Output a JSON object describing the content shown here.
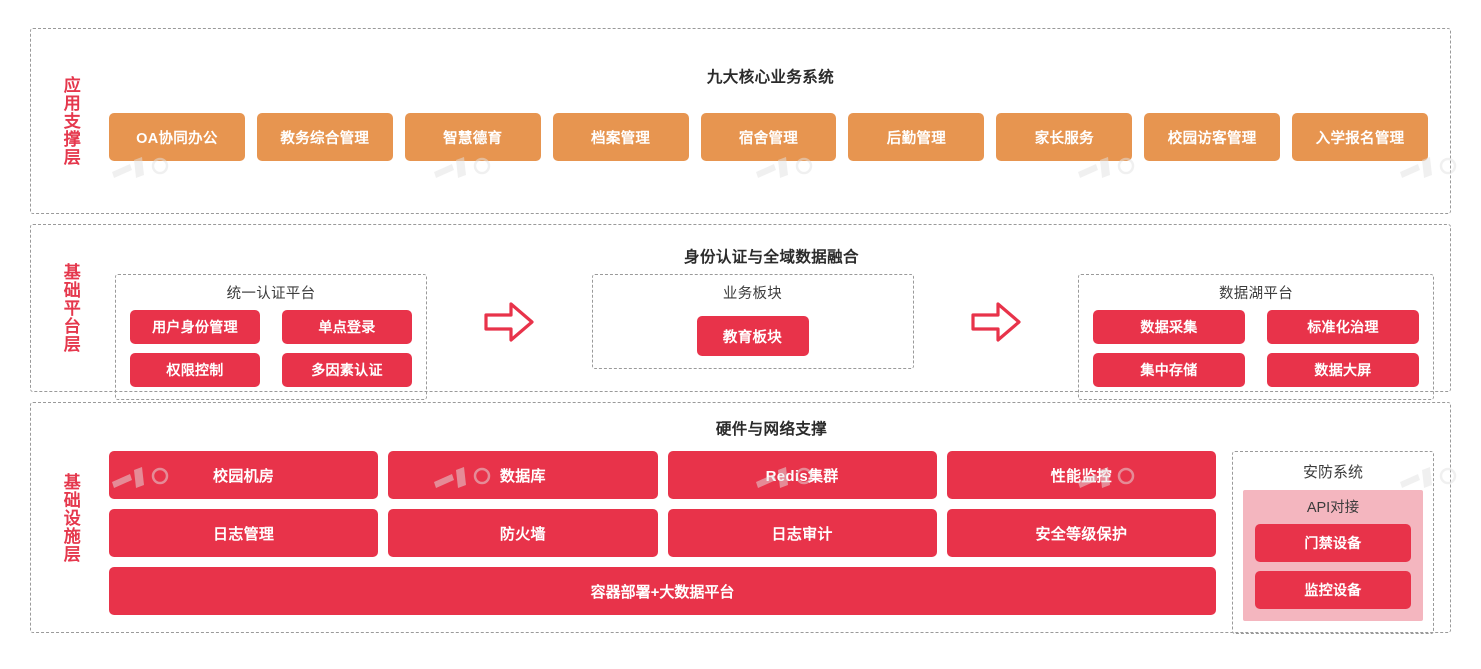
{
  "layers": [
    {
      "id": "application-support",
      "label": "应用支撑层",
      "title": "九大核心业务系统",
      "items": [
        "OA协同办公",
        "教务综合管理",
        "智慧德育",
        "档案管理",
        "宿舍管理",
        "后勤管理",
        "家长服务",
        "校园访客管理",
        "入学报名管理"
      ]
    },
    {
      "id": "base-platform",
      "label": "基础平台层",
      "title": "身份认证与全域数据融合",
      "groups": [
        {
          "id": "unified-auth-platform",
          "title": "统一认证平台",
          "items": [
            "用户身份管理",
            "单点登录",
            "权限控制",
            "多因素认证"
          ]
        },
        {
          "id": "business-module",
          "title": "业务板块",
          "items": [
            "教育板块"
          ]
        },
        {
          "id": "data-lake-platform",
          "title": "数据湖平台",
          "items": [
            "数据采集",
            "标准化治理",
            "集中存储",
            "数据大屏"
          ]
        }
      ],
      "arrow_icon": "right-arrow-icon"
    },
    {
      "id": "infrastructure",
      "label": "基础设施层",
      "title": "硬件与网络支撑",
      "grid_items": [
        "校园机房",
        "数据库",
        "Redis集群",
        "性能监控",
        "日志管理",
        "防火墙",
        "日志审计",
        "安全等级保护"
      ],
      "wide_item": "容器部署+大数据平台",
      "security": {
        "title": "安防系统",
        "api_title": "API对接",
        "items": [
          "门禁设备",
          "监控设备"
        ]
      }
    }
  ],
  "colors": {
    "orange": "#e79550",
    "red": "#e8334a",
    "pink": "#f4b6bf",
    "dashed_border": "#9a9a9a",
    "label_red": "#e5384d"
  }
}
